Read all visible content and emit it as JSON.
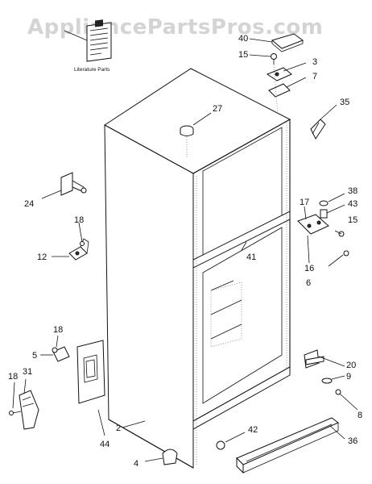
{
  "watermark": "AppliancePartsPros.com",
  "literature_label": "Literature Parts",
  "callouts": {
    "c40": "40",
    "c15a": "15",
    "c3": "3",
    "c7": "7",
    "c35": "35",
    "c27": "27",
    "c17": "17",
    "c38": "38",
    "c43": "43",
    "c15b": "15",
    "c24": "24",
    "c18a": "18",
    "c12": "12",
    "c41": "41",
    "c16": "16",
    "c6": "6",
    "c18b": "18",
    "c5": "5",
    "c18c": "18",
    "c31": "31",
    "c20": "20",
    "c9": "9",
    "c8": "8",
    "c2": "2",
    "c44": "44",
    "c42": "42",
    "c36": "36",
    "c4": "4"
  }
}
